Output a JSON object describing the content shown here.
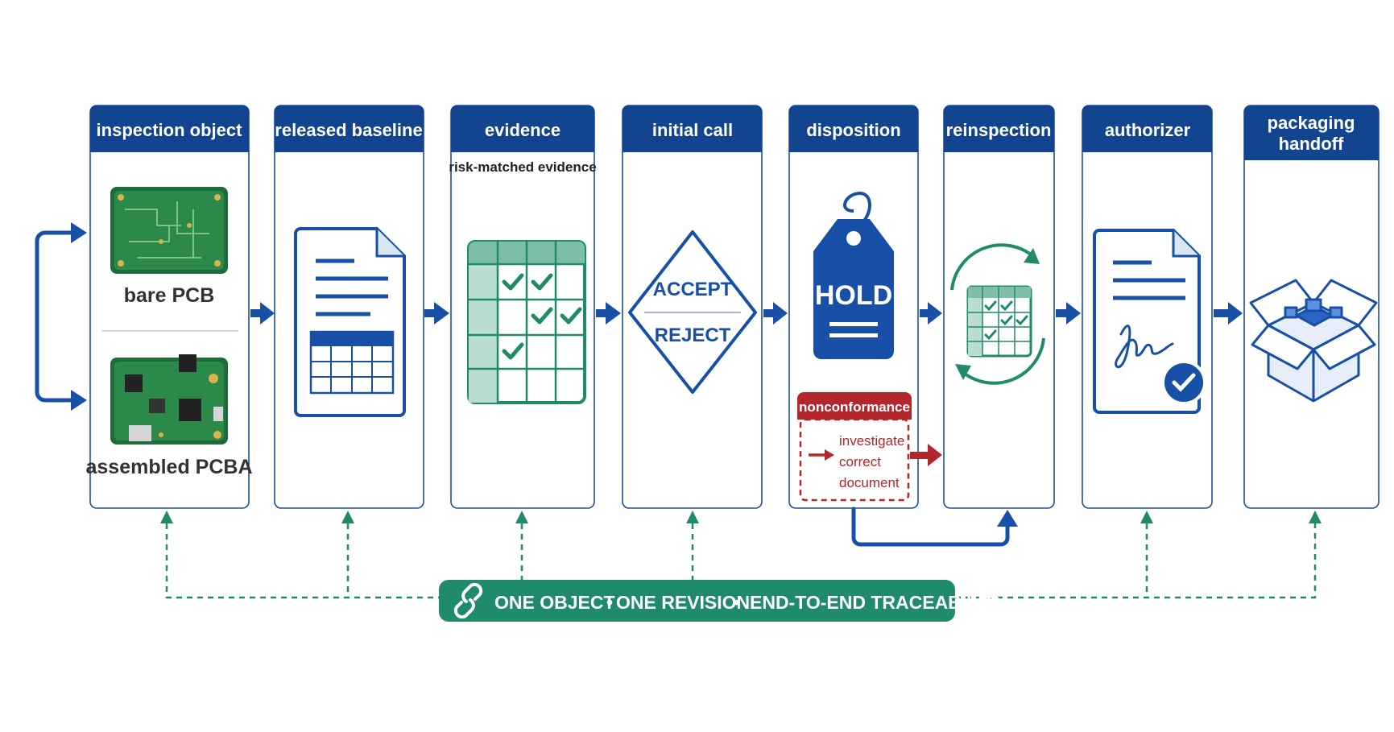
{
  "stages": [
    {
      "id": "inspection-object",
      "title": "inspection object"
    },
    {
      "id": "released-baseline",
      "title": "released baseline"
    },
    {
      "id": "evidence",
      "title": "evidence",
      "subtitle": "risk-matched evidence"
    },
    {
      "id": "initial-call",
      "title": "initial call",
      "options": [
        "ACCEPT",
        "REJECT"
      ]
    },
    {
      "id": "disposition",
      "title": "disposition",
      "tag": "HOLD"
    },
    {
      "id": "reinspection",
      "title": "reinspection"
    },
    {
      "id": "authorizer",
      "title": "authorizer"
    },
    {
      "id": "packaging-handoff",
      "title_line1": "packaging",
      "title_line2": "handoff"
    }
  ],
  "inspection_items": [
    "bare PCB",
    "assembled PCBA"
  ],
  "nonconformance": {
    "title": "nonconformance",
    "steps": [
      "investigate",
      "correct",
      "document"
    ]
  },
  "traceability": {
    "items": [
      "ONE OBJECT",
      "ONE REVISION",
      "END-TO-END TRACEABILITY"
    ],
    "separator": "•"
  },
  "colors": {
    "navy": "#12448f",
    "green": "#1f8a6c",
    "red": "#b3262c"
  }
}
